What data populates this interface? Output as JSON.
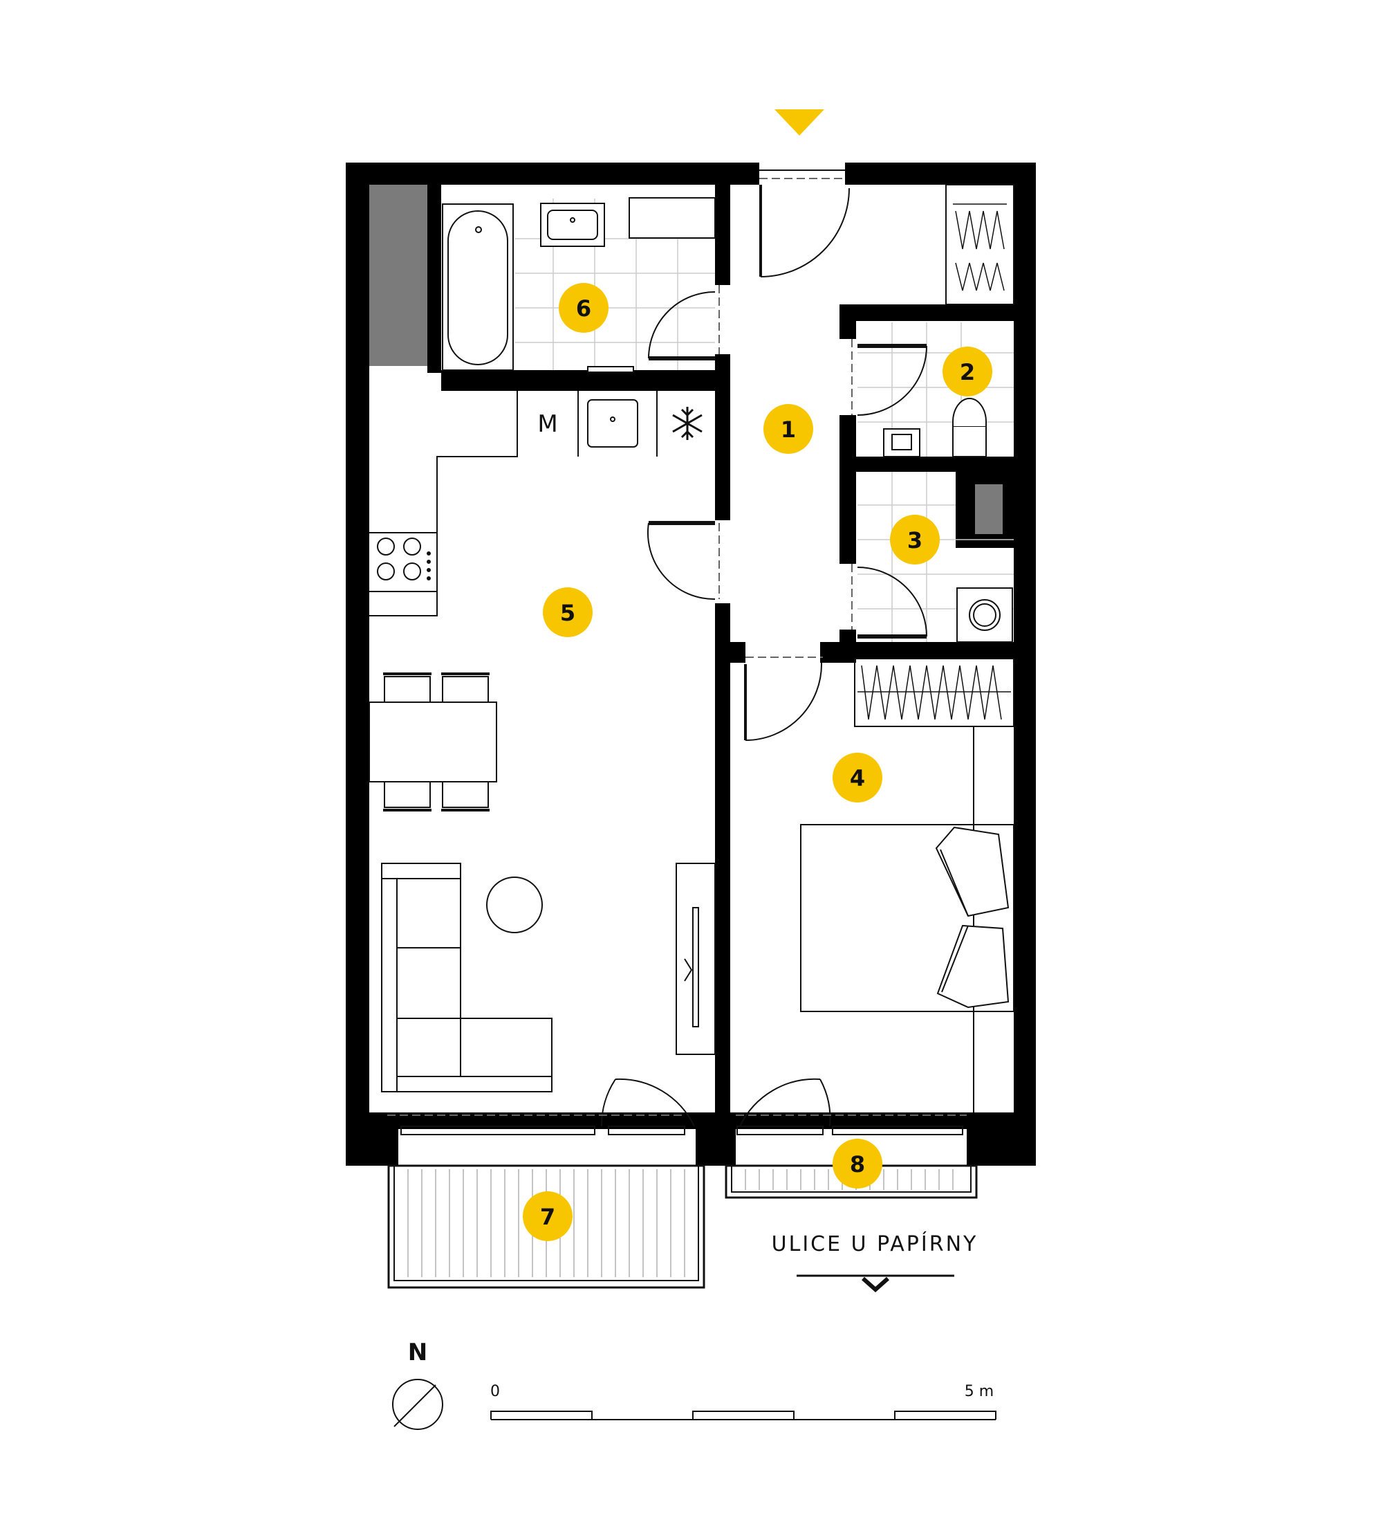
{
  "accent_color": "#F7C600",
  "rooms": [
    {
      "id": "1",
      "label": "1"
    },
    {
      "id": "2",
      "label": "2"
    },
    {
      "id": "3",
      "label": "3"
    },
    {
      "id": "4",
      "label": "4"
    },
    {
      "id": "5",
      "label": "5"
    },
    {
      "id": "6",
      "label": "6"
    },
    {
      "id": "7",
      "label": "7"
    },
    {
      "id": "8",
      "label": "8"
    }
  ],
  "kitchen": {
    "m_label": "M"
  },
  "street_label": "ULICE U PAPÍRNY",
  "compass": {
    "label": "N"
  },
  "scale": {
    "start": "0",
    "end": "5 m"
  },
  "icons": [
    "entrance-arrow-icon",
    "north-arrow-icon",
    "snowflake-icon",
    "street-arrow-icon"
  ]
}
